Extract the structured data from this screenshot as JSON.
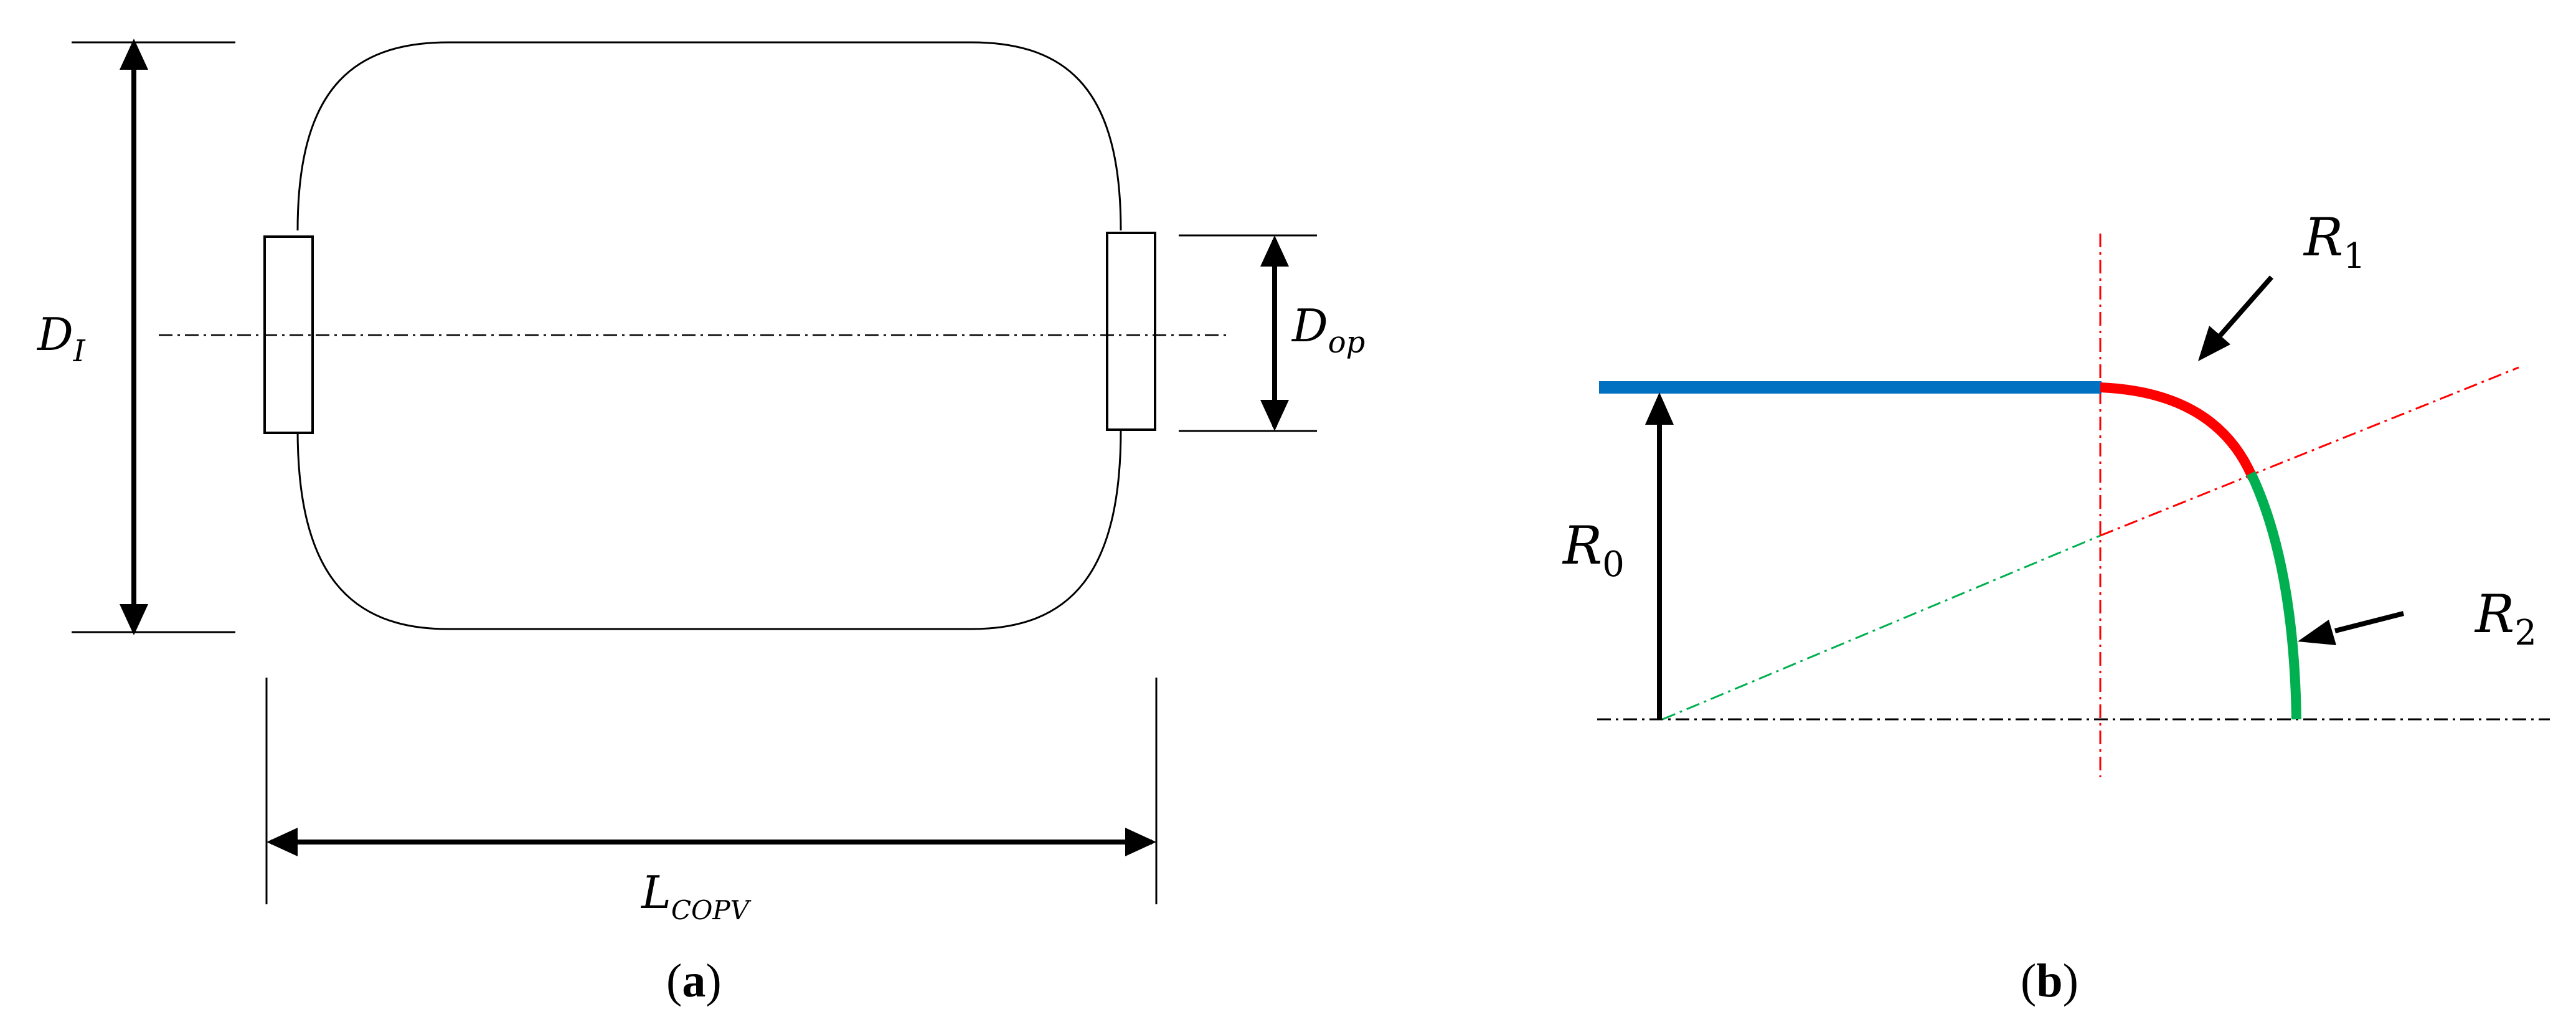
{
  "panel_a": {
    "caption_open": "(",
    "caption_letter": "a",
    "caption_close": ")",
    "labels": {
      "diameter_main": "D",
      "diameter_main_sub": "I",
      "diameter_port": "D",
      "diameter_port_sub": "op",
      "length": "L",
      "length_sub": "COPV"
    }
  },
  "panel_b": {
    "caption_open": "(",
    "caption_letter": "b",
    "caption_close": ")",
    "labels": {
      "r0": "R",
      "r0_sub": "0",
      "r1": "R",
      "r1_sub": "1",
      "r2": "R",
      "r2_sub": "2"
    },
    "colors": {
      "cylinder_section": "#0070c0",
      "arc_r1": "#ff0000",
      "arc_r2": "#00b050",
      "construction_red": "#ff0000",
      "construction_green": "#00b050"
    }
  }
}
